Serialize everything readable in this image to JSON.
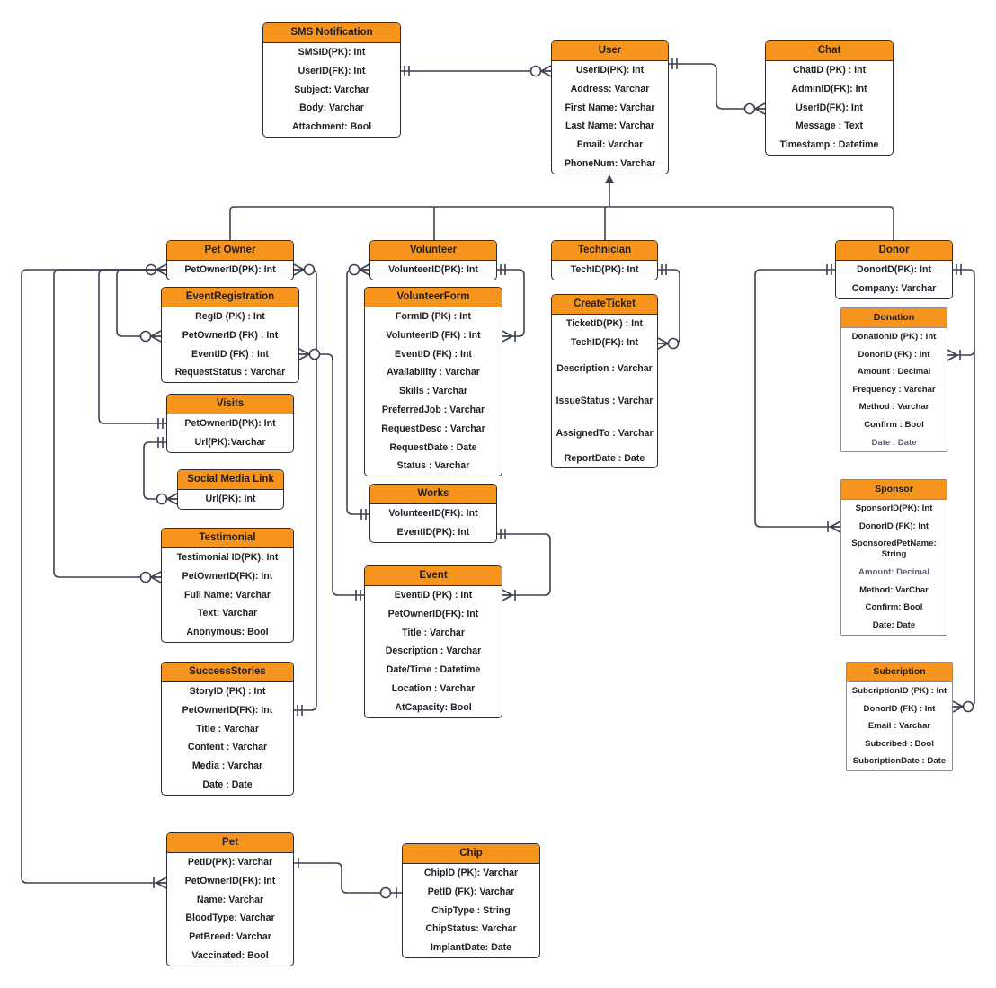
{
  "colors": {
    "header": "#f7941d",
    "border": "#2b2d36",
    "line": "#3c4150",
    "text": "#1e1f26"
  },
  "entities": {
    "sms": {
      "title": "SMS Notification",
      "fields": [
        "SMSID(PK): Int",
        "UserID(FK): Int",
        "Subject: Varchar",
        "Body: Varchar",
        "Attachment: Bool"
      ]
    },
    "user": {
      "title": "User",
      "fields": [
        "UserID(PK): Int",
        "Address: Varchar",
        "First Name: Varchar",
        "Last Name: Varchar",
        "Email: Varchar",
        "PhoneNum: Varchar"
      ]
    },
    "chat": {
      "title": "Chat",
      "fields": [
        "ChatID (PK) : Int",
        "AdminID(FK): Int",
        "UserID(FK): Int",
        "Message : Text",
        "Timestamp : Datetime"
      ]
    },
    "petowner": {
      "title": "Pet Owner",
      "fields": [
        "PetOwnerID(PK): Int"
      ]
    },
    "volunteer": {
      "title": "Volunteer",
      "fields": [
        "VolunteerID(PK): Int"
      ]
    },
    "technician": {
      "title": "Technician",
      "fields": [
        "TechID(PK): Int"
      ]
    },
    "donor": {
      "title": "Donor",
      "fields": [
        "DonorID(PK): Int",
        "Company: Varchar"
      ]
    },
    "eventreg": {
      "title": "EventRegistration",
      "fields": [
        "RegID (PK) : Int",
        "PetOwnerID (FK) : Int",
        "EventID (FK) : Int",
        "RequestStatus : Varchar"
      ]
    },
    "volunteerform": {
      "title": "VolunteerForm",
      "fields": [
        "FormID (PK) : Int",
        "VolunteerID (FK) : Int",
        "EventID (FK) : Int",
        "Availability : Varchar",
        "Skills : Varchar",
        "PreferredJob : Varchar",
        "RequestDesc : Varchar",
        "RequestDate : Date",
        "Status : Varchar"
      ]
    },
    "createticket": {
      "title": "CreateTicket",
      "fields": [
        "TicketID(PK) : Int",
        "TechID(FK): Int",
        "Description : Varchar",
        "IssueStatus : Varchar",
        "AssignedTo : Varchar",
        "ReportDate : Date"
      ]
    },
    "donation": {
      "title": "Donation",
      "fields": [
        "DonationID (PK) : Int",
        "DonorID (FK) : Int",
        "Amount : Decimal",
        "Frequency : Varchar",
        "Method : Varchar",
        "Confirm : Bool",
        "Date : Date"
      ]
    },
    "visits": {
      "title": "Visits",
      "fields": [
        "PetOwnerID(PK): Int",
        "Url(PK):Varchar"
      ]
    },
    "social": {
      "title": "Social Media Link",
      "fields": [
        "Url(PK): Int"
      ]
    },
    "works": {
      "title": "Works",
      "fields": [
        "VolunteerID(FK): Int",
        "EventID(PK): Int"
      ]
    },
    "sponsor": {
      "title": "Sponsor",
      "fields": [
        "SponsorID(PK): Int",
        "DonorID (FK): Int",
        "SponsoredPetName: String",
        "Amount: Decimal",
        "Method: VarChar",
        "Confirm: Bool",
        "Date: Date"
      ]
    },
    "testimonial": {
      "title": "Testimonial",
      "fields": [
        "Testimonial ID(PK): Int",
        "PetOwnerID(FK): Int",
        "Full Name:  Varchar",
        "Text: Varchar",
        "Anonymous: Bool"
      ]
    },
    "event": {
      "title": "Event",
      "fields": [
        "EventID (PK) : Int",
        "PetOwnerID(FK): Int",
        "Title : Varchar",
        "Description : Varchar",
        "Date/Time : Datetime",
        "Location : Varchar",
        "AtCapacity: Bool"
      ]
    },
    "subscription": {
      "title": "Subcription",
      "fields": [
        "SubcriptionID (PK) : Int",
        "DonorID (FK) : Int",
        "Email : Varchar",
        "Subcribed : Bool",
        "SubcriptionDate : Date"
      ]
    },
    "successstories": {
      "title": "SuccessStories",
      "fields": [
        "StoryID (PK) : Int",
        "PetOwnerID(FK): Int",
        "Title : Varchar",
        "Content : Varchar",
        "Media : Varchar",
        "Date : Date"
      ]
    },
    "pet": {
      "title": "Pet",
      "fields": [
        "PetID(PK): Varchar",
        "PetOwnerID(FK): Int",
        "Name: Varchar",
        "BloodType: Varchar",
        "PetBreed: Varchar",
        "Vaccinated: Bool"
      ]
    },
    "chip": {
      "title": "Chip",
      "fields": [
        "ChipID (PK): Varchar",
        "PetID (FK): Varchar",
        "ChipType : String",
        "ChipStatus: Varchar",
        "ImplantDate: Date"
      ]
    }
  }
}
